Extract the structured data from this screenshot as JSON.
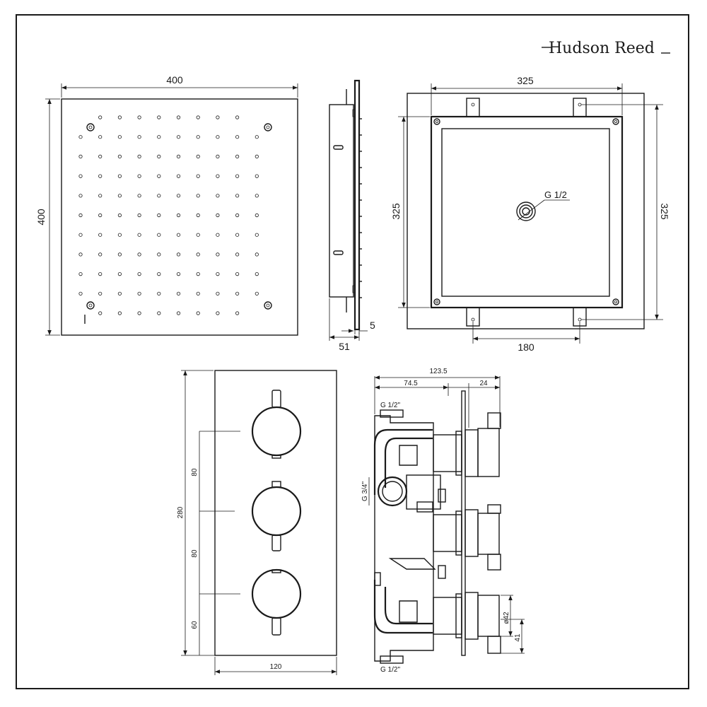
{
  "brand": "Hudson Reed",
  "shower_head": {
    "front": {
      "width": "400",
      "height": "400"
    },
    "side": {
      "depth": "51",
      "plate": "5"
    },
    "back": {
      "frame_width": "325",
      "frame_height": "325",
      "connection": "G 1/2",
      "bracket_spacing": "180",
      "right_height": "325"
    }
  },
  "valve": {
    "front": {
      "height": "280",
      "width": "120",
      "spacing_top": "80",
      "spacing_mid": "80",
      "spacing_bottom": "60"
    },
    "side": {
      "total_depth": "123.5",
      "body_depth": "74.5",
      "handle_depth": "24",
      "inlet_top": "G 1/2\"",
      "inlet_bottom": "G 1/2\"",
      "outlet": "G 3/4\"",
      "handle_diameter": "ø42",
      "handle_length": "41"
    }
  }
}
